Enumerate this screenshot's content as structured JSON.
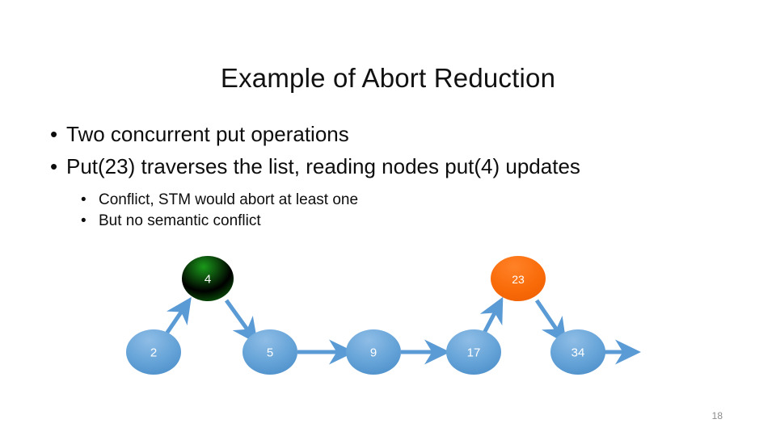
{
  "slide": {
    "title": "Example of Abort Reduction",
    "page_number": "18",
    "background_color": "#ffffff"
  },
  "body": {
    "bullet_marker": "•",
    "level1": [
      {
        "text": "Two concurrent put operations"
      },
      {
        "text": "Put(23) traverses the list, reading nodes put(4) updates"
      }
    ],
    "level2": [
      {
        "text": "Conflict, STM would abort at least one"
      },
      {
        "text": "But no semantic conflict"
      }
    ]
  },
  "diagram": {
    "type": "linked-list-skip-graph",
    "colors": {
      "node_blue": "#5b9bd5",
      "node_blue_light": "#7fb5e0",
      "node_green": "#0f800f",
      "node_orange": "#f96a08",
      "arrow": "#5b9bd5",
      "label_white": "#ffffff",
      "label_cream": "#fdf0d5"
    },
    "nodes": [
      {
        "id": "n2",
        "label": "2",
        "color": "blue",
        "label_color": "#eaf3fb"
      },
      {
        "id": "n4",
        "label": "4",
        "color": "green",
        "label_color": "#ffffff"
      },
      {
        "id": "n5",
        "label": "5",
        "color": "blue",
        "label_color": "#eaf3fb"
      },
      {
        "id": "n9",
        "label": "9",
        "color": "blue",
        "label_color": "#eaf3fb"
      },
      {
        "id": "n17",
        "label": "17",
        "color": "blue",
        "label_color": "#ffffff"
      },
      {
        "id": "n23",
        "label": "23",
        "color": "orange",
        "label_color": "#fdf0d5"
      },
      {
        "id": "n34",
        "label": "34",
        "color": "blue",
        "label_color": "#ffffff"
      }
    ],
    "edges": [
      {
        "from": "n2",
        "to": "n4"
      },
      {
        "from": "n4",
        "to": "n5"
      },
      {
        "from": "n5",
        "to": "n9"
      },
      {
        "from": "n9",
        "to": "n17"
      },
      {
        "from": "n17",
        "to": "n23"
      },
      {
        "from": "n23",
        "to": "n34"
      },
      {
        "from": "n34",
        "to": "tail"
      }
    ]
  }
}
